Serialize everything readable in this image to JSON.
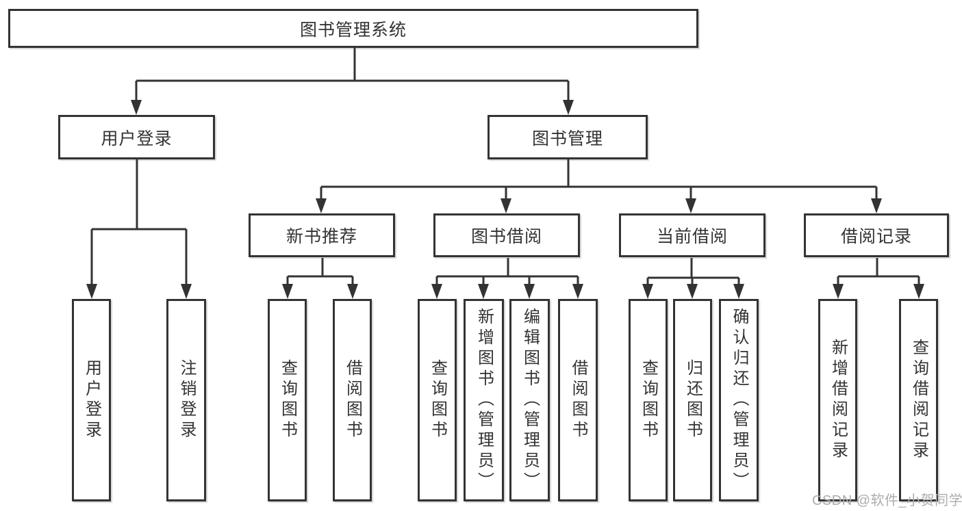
{
  "colors": {
    "line": "#333333",
    "box_border": "#333333",
    "text": "#333333",
    "background": "#ffffff",
    "watermark": "#acacac"
  },
  "diagram": {
    "root": {
      "label": "图书管理系统"
    },
    "level2": [
      {
        "id": "user-login",
        "label": "用户登录"
      },
      {
        "id": "book-management",
        "label": "图书管理"
      }
    ],
    "level3": [
      {
        "id": "new-book-recommend",
        "parent": "book-management",
        "label": "新书推荐"
      },
      {
        "id": "book-borrow",
        "parent": "book-management",
        "label": "图书借阅"
      },
      {
        "id": "current-borrow",
        "parent": "book-management",
        "label": "当前借阅"
      },
      {
        "id": "borrow-records",
        "parent": "book-management",
        "label": "借阅记录"
      }
    ],
    "leaves": [
      {
        "parent": "user-login",
        "label": "用户登录"
      },
      {
        "parent": "user-login",
        "label": "注销登录"
      },
      {
        "parent": "new-book-recommend",
        "label": "查询图书"
      },
      {
        "parent": "new-book-recommend",
        "label": "借阅图书"
      },
      {
        "parent": "book-borrow",
        "label": "查询图书"
      },
      {
        "parent": "book-borrow",
        "label": "新增图书（管理员）"
      },
      {
        "parent": "book-borrow",
        "label": "编辑图书（管理员）"
      },
      {
        "parent": "book-borrow",
        "label": "借阅图书"
      },
      {
        "parent": "current-borrow",
        "label": "查询图书"
      },
      {
        "parent": "current-borrow",
        "label": "归还图书"
      },
      {
        "parent": "current-borrow",
        "label": "确认归还（管理员）"
      },
      {
        "parent": "borrow-records",
        "label": "新增借阅记录"
      },
      {
        "parent": "borrow-records",
        "label": "查询借阅记录"
      }
    ]
  },
  "watermark": {
    "text": "CSDN @软件_小贺同学"
  }
}
